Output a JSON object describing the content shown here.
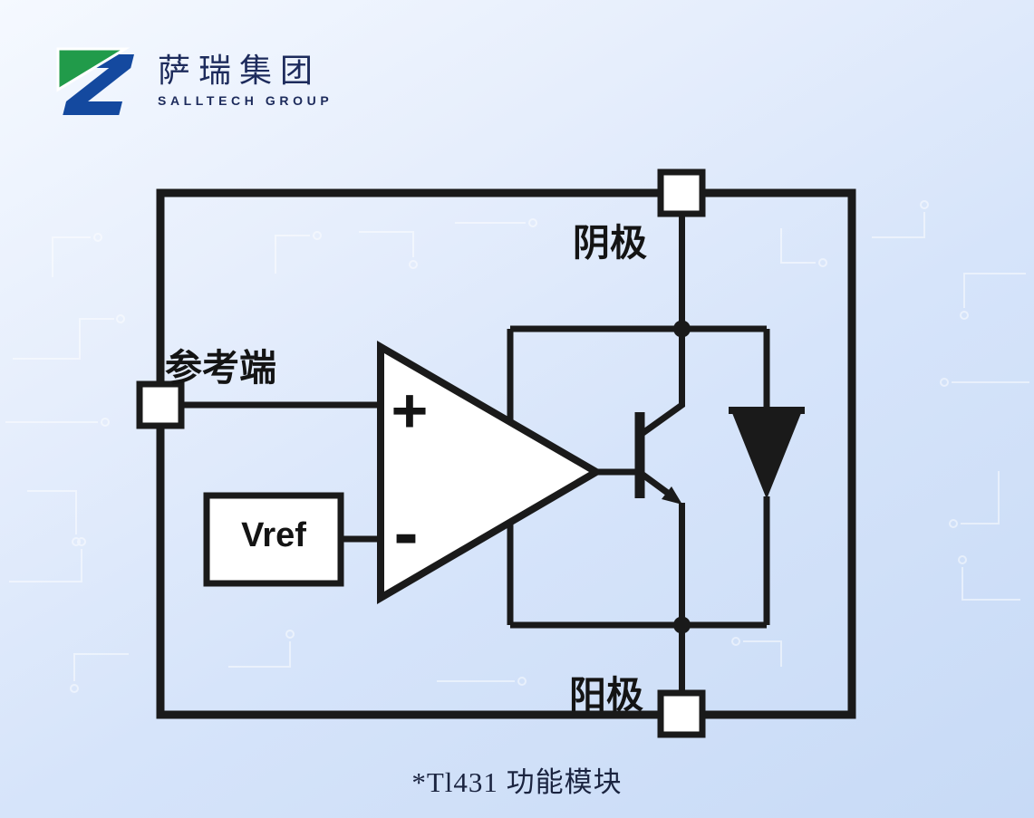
{
  "logo": {
    "company_name_zh": "萨瑞集团",
    "company_name_en": "SALLTECH GROUP",
    "colors": {
      "green": "#219b4a",
      "blue": "#14499f",
      "text": "#1d2b5c"
    }
  },
  "diagram": {
    "labels": {
      "cathode": "阴极",
      "anode": "阳极",
      "reference": "参考端",
      "vref": "Vref",
      "plus": "+",
      "minus": "-"
    },
    "line_color": "#1a1a1a",
    "fill_color": "#ffffff"
  },
  "caption": {
    "text": "*Tl431 功能模块"
  },
  "background": {
    "gradient": [
      "#f5f9ff",
      "#e6eefc",
      "#c7daf6"
    ],
    "pattern": "faint-white-circuit-traces"
  }
}
